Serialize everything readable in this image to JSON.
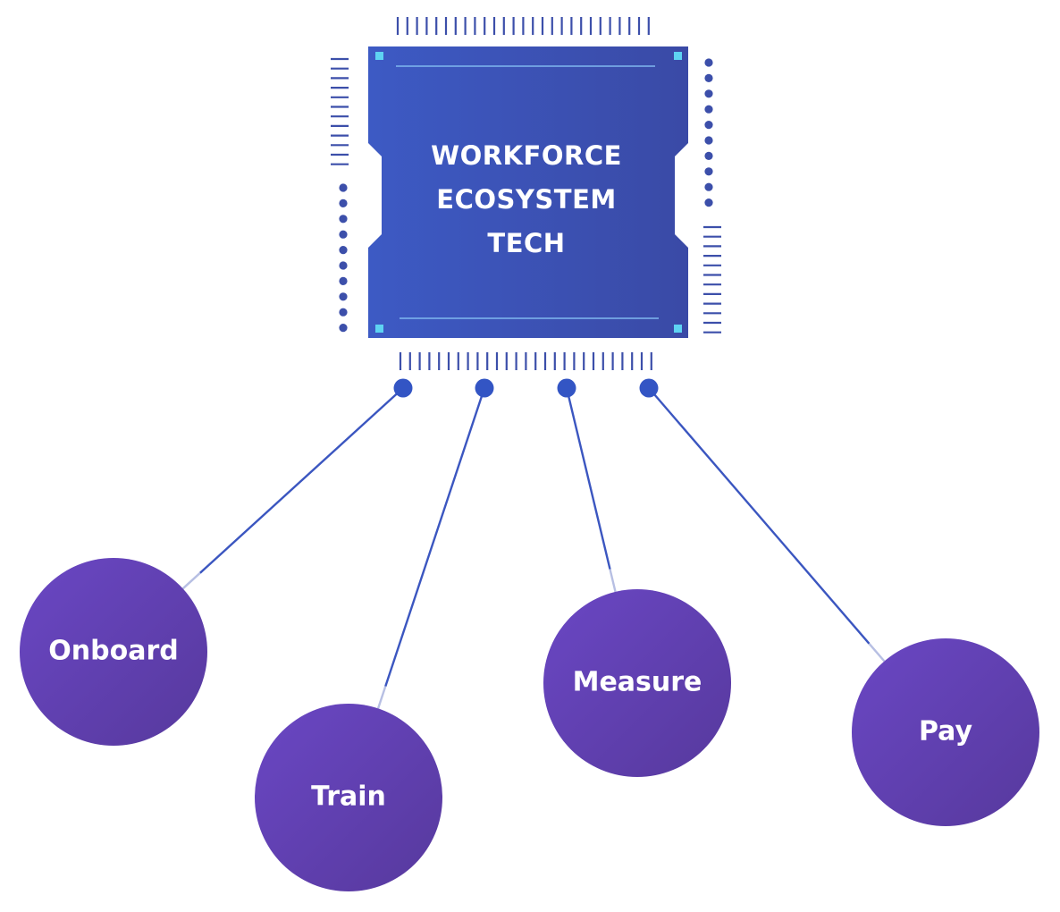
{
  "chip": {
    "lines": [
      "WORKFORCE",
      "ECOSYSTEM",
      "TECH"
    ],
    "body_color": "#3c54b8",
    "pin_color": "#3c4faa",
    "corner_accent_color": "#5ed3f2"
  },
  "nodes": [
    {
      "id": "onboard",
      "label": "Onboard"
    },
    {
      "id": "train",
      "label": "Train"
    },
    {
      "id": "measure",
      "label": "Measure"
    },
    {
      "id": "pay",
      "label": "Pay"
    }
  ],
  "colors": {
    "node_fill_top": "#6a47c4",
    "node_fill_bottom": "#5a3aa2",
    "connector": "#3b56c0",
    "connector_fade": "#b7bfe3"
  }
}
